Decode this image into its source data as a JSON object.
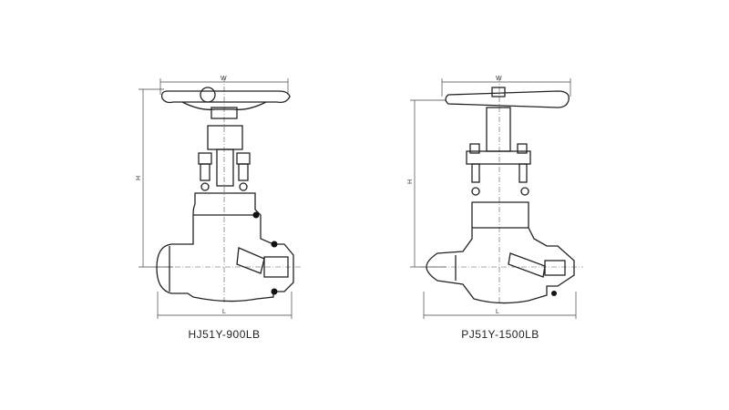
{
  "valves": [
    {
      "model": "HJ51Y-900LB",
      "dims": {
        "width": "W",
        "height": "H",
        "length": "L"
      }
    },
    {
      "model": "PJ51Y-1500LB",
      "dims": {
        "width": "W",
        "height": "H",
        "length": "L"
      }
    }
  ]
}
